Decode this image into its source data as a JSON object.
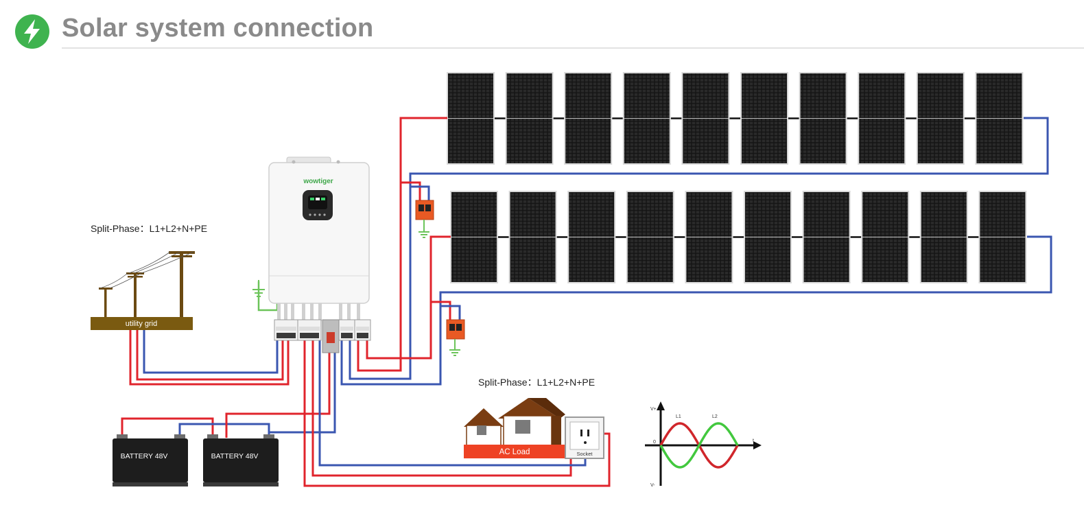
{
  "header": {
    "title": "Solar system connection",
    "logo_icon": "lightning-bolt-icon",
    "accent": "#3fb34f"
  },
  "diagram": {
    "grid_label": "Split-Phase：L1+L2+N+PE",
    "load_label": "Split-Phase：L1+L2+N+PE",
    "utility_grid": "utility grid",
    "inverter_brand": "wowtiger",
    "batteries": [
      "BATTERY 48V",
      "BATTERY 48V"
    ],
    "ac_load": "AC Load",
    "socket": "Socket",
    "panel_rows": 2,
    "panels_per_row": 10,
    "wave": {
      "y_pos_label": "V+",
      "y_neg_label": "V-",
      "zero_label": "0",
      "t_label": "t",
      "series": [
        "L1",
        "L2"
      ]
    },
    "colors": {
      "positive": "#e0242c",
      "negative": "#3a56b0",
      "earth": "#6cc45a",
      "panel": "#1c1c1c",
      "spd": "#e95a24",
      "pole": "#6b4a12",
      "house_roof": "#7a3d12",
      "ac_load_bar": "#ee4224"
    }
  }
}
